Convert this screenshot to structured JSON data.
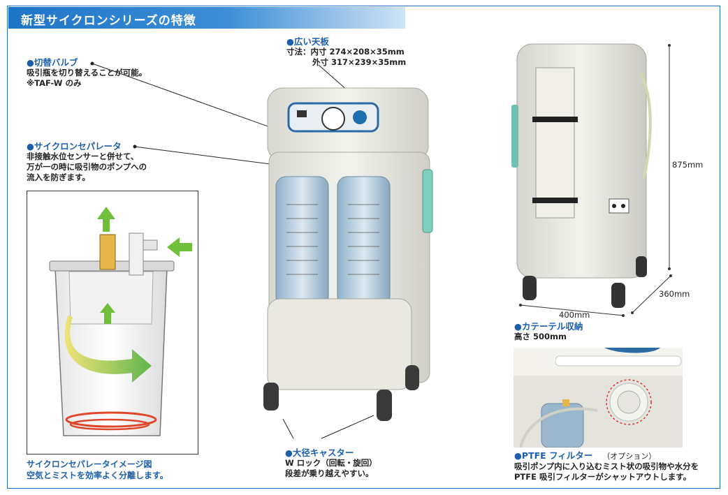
{
  "header": {
    "title": "新型サイクロンシリーズの特徴"
  },
  "features": {
    "valve": {
      "heading": "●切替バルブ",
      "line1": "吸引瓶を切り替えることが可能。",
      "line2": "※TAF-W のみ"
    },
    "separator": {
      "heading": "●サイクロンセパレータ",
      "line1": "非接触水位センサーと併せて、",
      "line2": "万が一の時に吸引物のポンプへの",
      "line3": "流入を防ぎます。"
    },
    "top_plate": {
      "heading": "●広い天板",
      "line1": "寸法：内寸 274×208×35mm",
      "line2": "外寸 317×239×35mm"
    },
    "casters": {
      "heading": "●大径キャスター",
      "line1": "W ロック（回転・旋回）",
      "line2": "段差が乗り越えやすい。"
    },
    "catheter": {
      "heading": "●カテーテル収納",
      "line1": "高さ 500mm"
    },
    "ptfe": {
      "heading": "●PTFE フィルター",
      "option": "（オプション）",
      "line1": "吸引ポンプ内に入り込むミスト状の吸引物や水分を",
      "line2": "PTFE 吸引フィルターがシャットアウトします。"
    }
  },
  "cyclone_caption": {
    "line1": "サイクロンセパレータイメージ図",
    "line2": "空気とミストを効率よく分離します。"
  },
  "dimensions": {
    "height": "875mm",
    "width": "400mm",
    "depth": "360mm"
  },
  "colors": {
    "accent": "#1d5fad",
    "banner": "#1e74c8",
    "arrow_green": "#6fbf3a",
    "swirl_red": "#e0462a"
  }
}
